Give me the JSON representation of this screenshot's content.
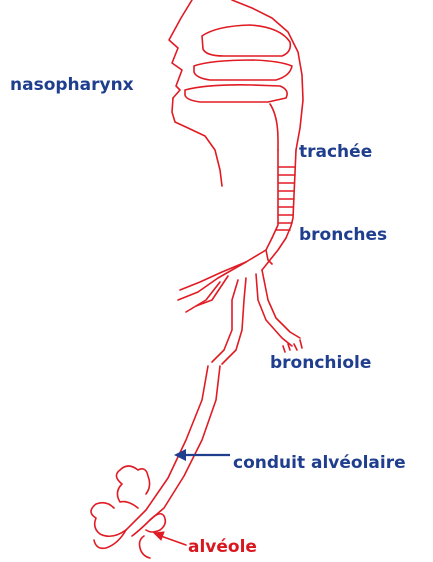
{
  "labels": {
    "nasopharynx": "nasopharynx",
    "trachea": "trachée",
    "bronchi": "bronches",
    "bronchiole": "bronchiole",
    "alveolar_duct": "conduit alvéolaire",
    "alveolus": "alvéole"
  },
  "colors": {
    "label_blue": "#1f3e8e",
    "label_red": "#d8171e",
    "drawing_red": "#e01b24",
    "arrow_blue": "#1f3e8e"
  }
}
